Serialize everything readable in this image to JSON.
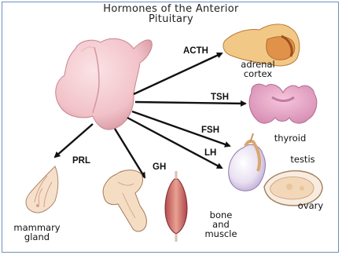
{
  "title": {
    "line1": "Hormones of the Anterior",
    "line2": "Pituitary"
  },
  "hormones": {
    "acth": "ACTH",
    "tsh": "TSH",
    "fsh": "FSH",
    "lh": "LH",
    "prl": "PRL",
    "gh": "GH"
  },
  "organs": {
    "adrenal_1": "adrenal",
    "adrenal_2": "cortex",
    "thyroid": "thyroid",
    "testis": "testis",
    "ovary": "ovary",
    "mammary_1": "mammary",
    "mammary_2": "gland",
    "bone_1": "bone",
    "bone_2": "and",
    "bone_3": "muscle"
  }
}
